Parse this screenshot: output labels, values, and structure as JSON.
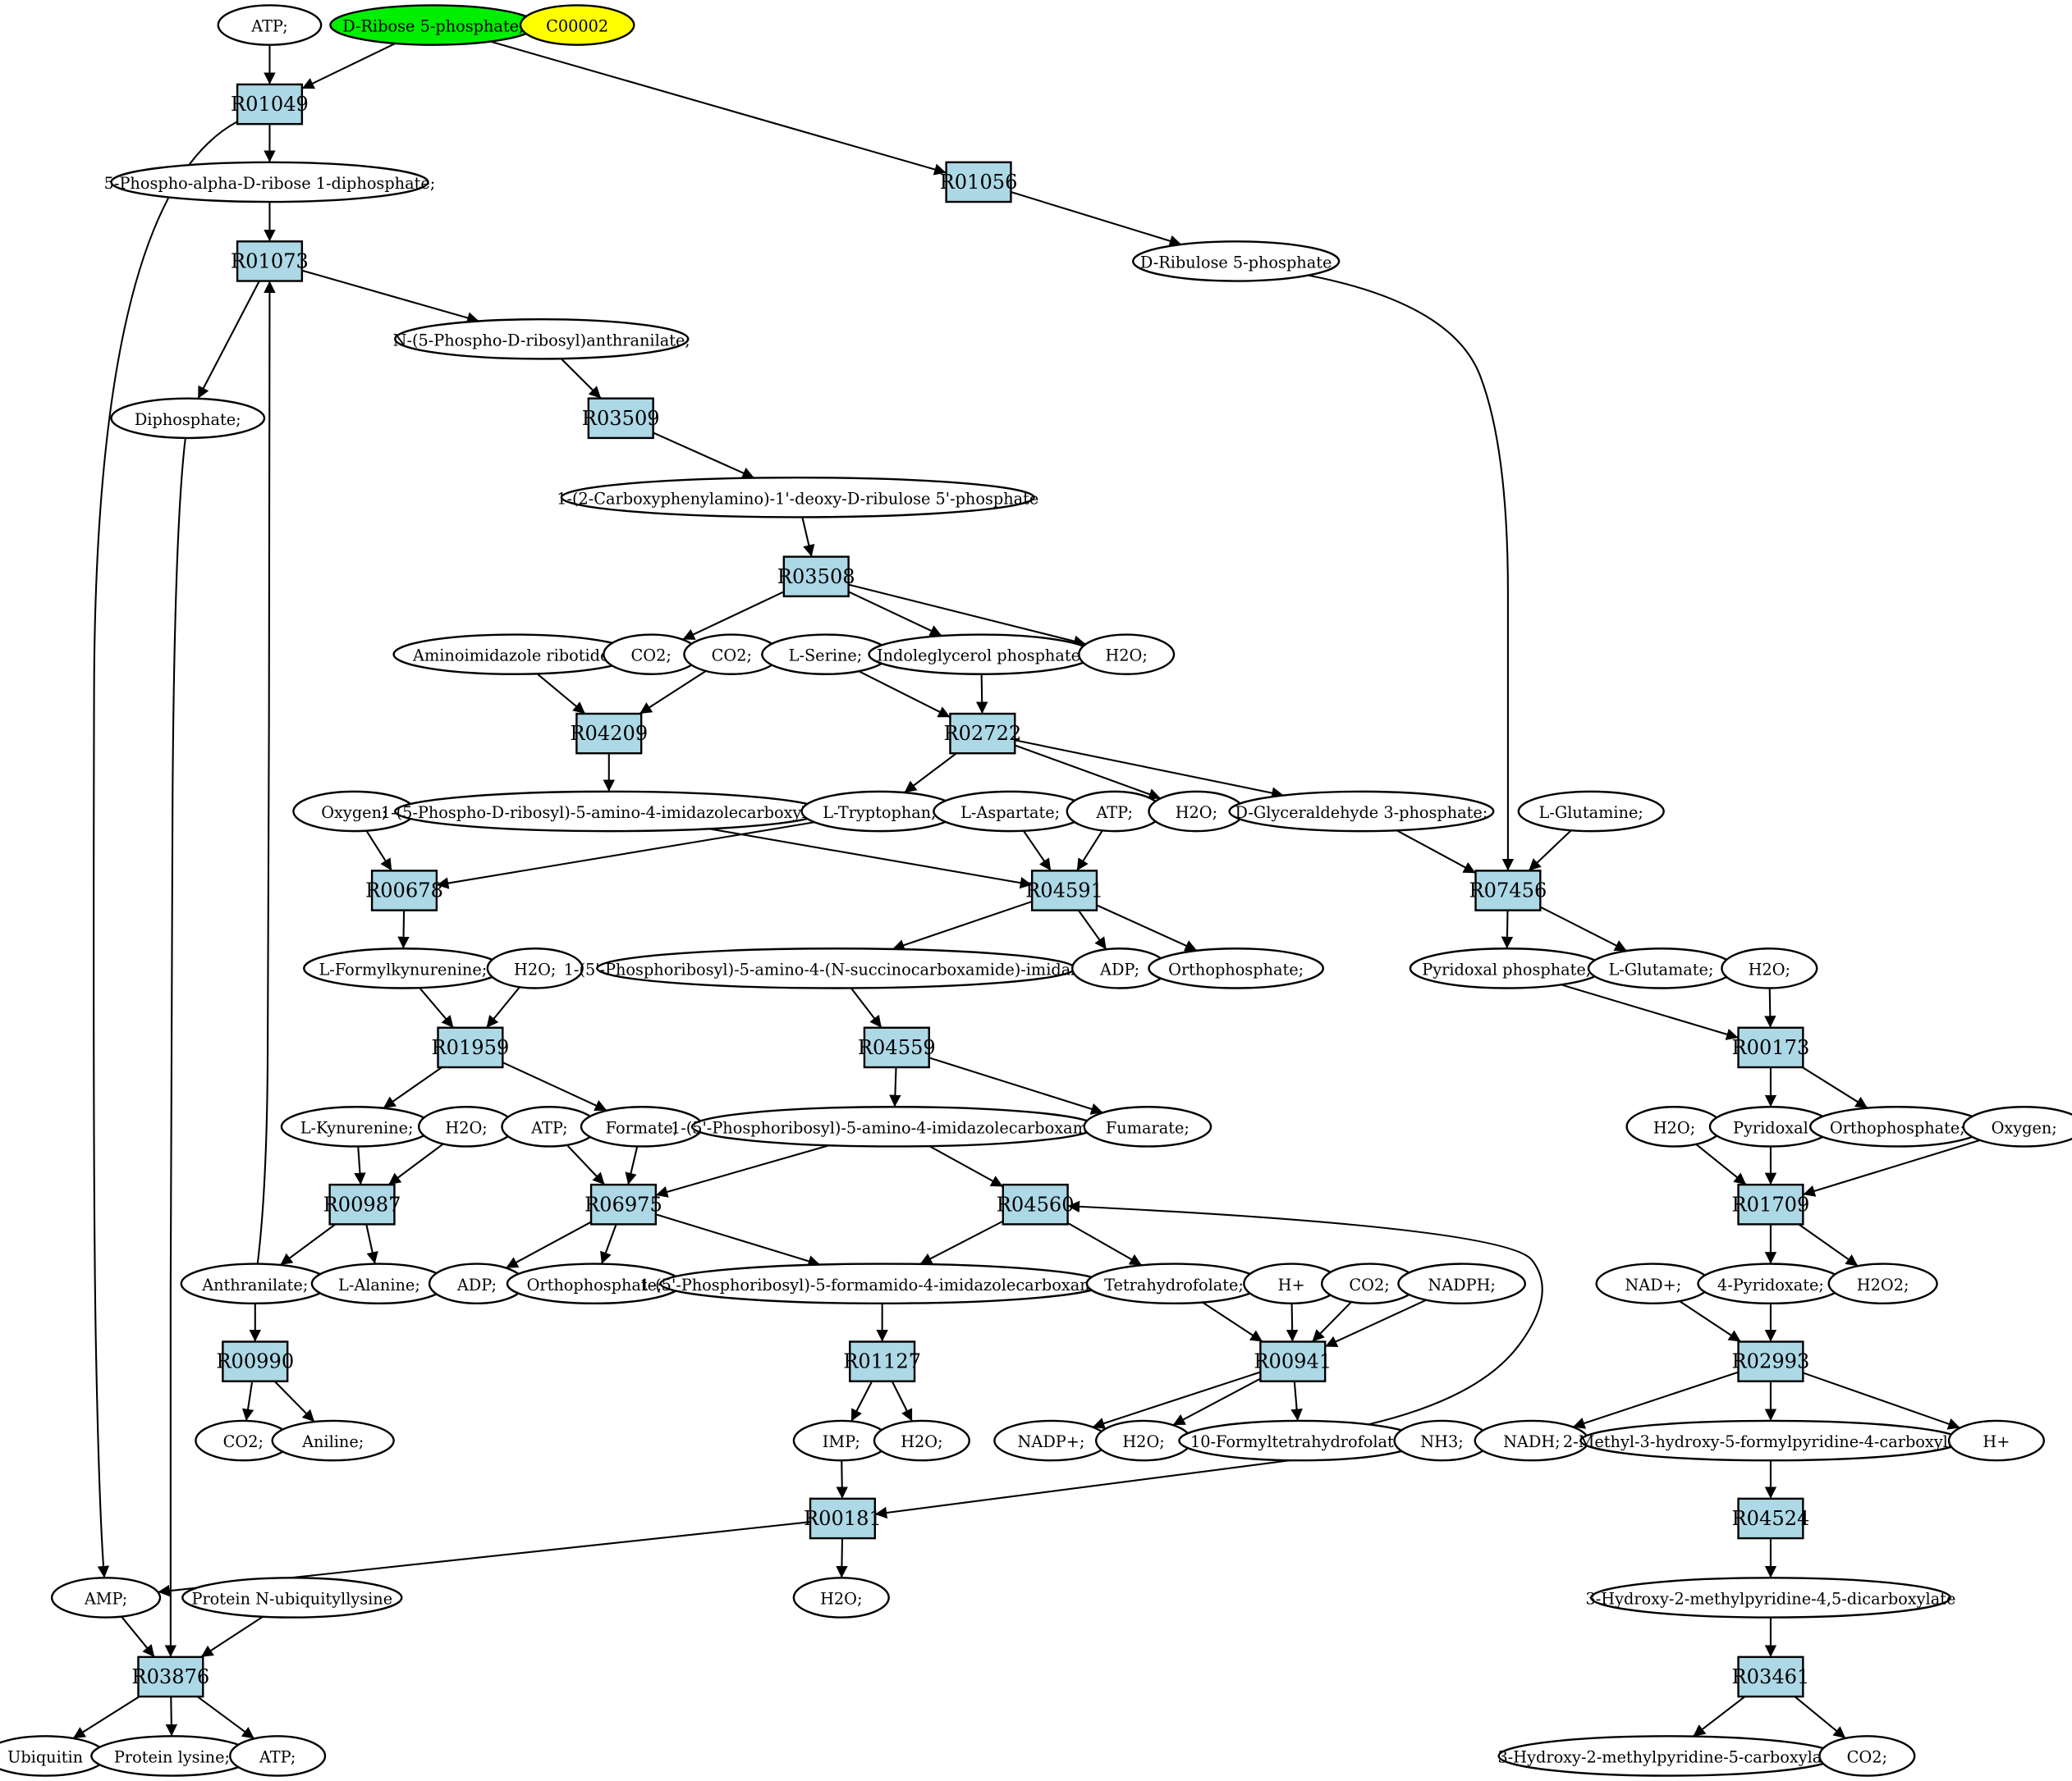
{
  "colors": {
    "reaction_fill": "#add8e6",
    "highlight_green": "#00ee00",
    "highlight_yellow": "#ffff00"
  },
  "compounds": [
    {
      "id": "c_atp_top",
      "label": "ATP;"
    },
    {
      "id": "c_r5p",
      "label": "D-Ribose 5-phosphate;",
      "color": "#00ee00"
    },
    {
      "id": "c_c00002",
      "label": "C00002",
      "color": "#ffff00"
    },
    {
      "id": "c_prpp",
      "label": "5-Phospho-alpha-D-ribose 1-diphosphate;"
    },
    {
      "id": "c_ru5p",
      "label": "D-Ribulose 5-phosphate"
    },
    {
      "id": "c_npra",
      "label": "N-(5-Phospho-D-ribosyl)anthranilate;"
    },
    {
      "id": "c_diphos",
      "label": "Diphosphate;"
    },
    {
      "id": "c_cdrp",
      "label": "1-(2-Carboxyphenylamino)-1'-deoxy-D-ribulose 5'-phosphate"
    },
    {
      "id": "c_air",
      "label": "Aminoimidazole ribotide;"
    },
    {
      "id": "c_co2_a",
      "label": "CO2;"
    },
    {
      "id": "c_co2_b",
      "label": "CO2;"
    },
    {
      "id": "c_lser",
      "label": "L-Serine;"
    },
    {
      "id": "c_igp",
      "label": "Indoleglycerol phosphate;"
    },
    {
      "id": "c_h2o_a",
      "label": "H2O;"
    },
    {
      "id": "c_oxygen_l",
      "label": "Oxygen;"
    },
    {
      "id": "c_cair",
      "label": "1-(5-Phospho-D-ribosyl)-5-amino-4-imidazolecarboxylate;"
    },
    {
      "id": "c_trp",
      "label": "L-Tryptophan;"
    },
    {
      "id": "c_asp",
      "label": "L-Aspartate;"
    },
    {
      "id": "c_atp_m",
      "label": "ATP;"
    },
    {
      "id": "c_h2o_b",
      "label": "H2O;"
    },
    {
      "id": "c_g3p",
      "label": "D-Glyceraldehyde 3-phosphate;"
    },
    {
      "id": "c_gln",
      "label": "L-Glutamine;"
    },
    {
      "id": "c_fkyn",
      "label": "L-Formylkynurenine;"
    },
    {
      "id": "c_h2o_c",
      "label": "H2O;"
    },
    {
      "id": "c_saicar",
      "label": "1-(5'-Phosphoribosyl)-5-amino-4-(N-succinocarboxamide)-imidazole;"
    },
    {
      "id": "c_adp_a",
      "label": "ADP;"
    },
    {
      "id": "c_pi_a",
      "label": "Orthophosphate;"
    },
    {
      "id": "c_plp",
      "label": "Pyridoxal phosphate;"
    },
    {
      "id": "c_glu",
      "label": "L-Glutamate;"
    },
    {
      "id": "c_h2o_d",
      "label": "H2O;"
    },
    {
      "id": "c_kyn",
      "label": "L-Kynurenine;"
    },
    {
      "id": "c_h2o_e",
      "label": "H2O;"
    },
    {
      "id": "c_atp_l",
      "label": "ATP;"
    },
    {
      "id": "c_formate",
      "label": "Formate;"
    },
    {
      "id": "c_aicar",
      "label": "1-(5'-Phosphoribosyl)-5-amino-4-imidazolecarboxamide;"
    },
    {
      "id": "c_fumarate",
      "label": "Fumarate;"
    },
    {
      "id": "c_h2o_f",
      "label": "H2O;"
    },
    {
      "id": "c_pyridoxal",
      "label": "Pyridoxal"
    },
    {
      "id": "c_pi_b",
      "label": "Orthophosphate;"
    },
    {
      "id": "c_oxygen_r",
      "label": "Oxygen;"
    },
    {
      "id": "c_anth",
      "label": "Anthranilate;"
    },
    {
      "id": "c_ala",
      "label": "L-Alanine;"
    },
    {
      "id": "c_adp_b",
      "label": "ADP;"
    },
    {
      "id": "c_pi_c",
      "label": "Orthophosphate;"
    },
    {
      "id": "c_faicar",
      "label": "1-(5'-Phosphoribosyl)-5-formamido-4-imidazolecarboxamide;"
    },
    {
      "id": "c_thf",
      "label": "Tetrahydrofolate;"
    },
    {
      "id": "c_hplus_a",
      "label": "H+"
    },
    {
      "id": "c_co2_c",
      "label": "CO2;"
    },
    {
      "id": "c_nadph",
      "label": "NADPH;"
    },
    {
      "id": "c_nadplus",
      "label": "NAD+;"
    },
    {
      "id": "c_4pyr",
      "label": "4-Pyridoxate;"
    },
    {
      "id": "c_h2o2",
      "label": "H2O2;"
    },
    {
      "id": "c_co2_d",
      "label": "CO2;"
    },
    {
      "id": "c_aniline",
      "label": "Aniline;"
    },
    {
      "id": "c_imp",
      "label": "IMP;"
    },
    {
      "id": "c_h2o_g",
      "label": "H2O;"
    },
    {
      "id": "c_nadpplus",
      "label": "NADP+;"
    },
    {
      "id": "c_h2o_h",
      "label": "H2O;"
    },
    {
      "id": "c_10fthf",
      "label": "10-Formyltetrahydrofolate;"
    },
    {
      "id": "c_nh3",
      "label": "NH3;"
    },
    {
      "id": "c_nadh",
      "label": "NADH;"
    },
    {
      "id": "c_mhfpc",
      "label": "2-Methyl-3-hydroxy-5-formylpyridine-4-carboxylate;"
    },
    {
      "id": "c_hplus_b",
      "label": "H+"
    },
    {
      "id": "c_h2o_i",
      "label": "H2O;"
    },
    {
      "id": "c_amp",
      "label": "AMP;"
    },
    {
      "id": "c_protub",
      "label": "Protein N-ubiquityllysine"
    },
    {
      "id": "c_hmpdc",
      "label": "3-Hydroxy-2-methylpyridine-4,5-dicarboxylate"
    },
    {
      "id": "c_ubiq",
      "label": "Ubiquitin"
    },
    {
      "id": "c_protlys",
      "label": "Protein lysine;"
    },
    {
      "id": "c_atp_b",
      "label": "ATP;"
    },
    {
      "id": "c_hmpc",
      "label": "3-Hydroxy-2-methylpyridine-5-carboxylate"
    },
    {
      "id": "c_co2_e",
      "label": "CO2;"
    }
  ],
  "reactions": [
    {
      "id": "R01049",
      "label": "R01049"
    },
    {
      "id": "R01056",
      "label": "R01056"
    },
    {
      "id": "R01073",
      "label": "R01073"
    },
    {
      "id": "R03509",
      "label": "R03509"
    },
    {
      "id": "R03508",
      "label": "R03508"
    },
    {
      "id": "R04209",
      "label": "R04209"
    },
    {
      "id": "R02722",
      "label": "R02722"
    },
    {
      "id": "R00678",
      "label": "R00678"
    },
    {
      "id": "R04591",
      "label": "R04591"
    },
    {
      "id": "R07456",
      "label": "R07456"
    },
    {
      "id": "R01959",
      "label": "R01959"
    },
    {
      "id": "R04559",
      "label": "R04559"
    },
    {
      "id": "R00173",
      "label": "R00173"
    },
    {
      "id": "R00987",
      "label": "R00987"
    },
    {
      "id": "R06975",
      "label": "R06975"
    },
    {
      "id": "R04560",
      "label": "R04560"
    },
    {
      "id": "R01709",
      "label": "R01709"
    },
    {
      "id": "R00990",
      "label": "R00990"
    },
    {
      "id": "R01127",
      "label": "R01127"
    },
    {
      "id": "R00941",
      "label": "R00941"
    },
    {
      "id": "R02993",
      "label": "R02993"
    },
    {
      "id": "R00181",
      "label": "R00181"
    },
    {
      "id": "R04524",
      "label": "R04524"
    },
    {
      "id": "R03876",
      "label": "R03876"
    },
    {
      "id": "R03461",
      "label": "R03461"
    }
  ],
  "edges": [
    [
      "c_atp_top",
      "R01049"
    ],
    [
      "c_r5p",
      "R01049"
    ],
    [
      "c_r5p",
      "R01056"
    ],
    [
      "R01049",
      "c_prpp"
    ],
    [
      "R01049",
      "c_amp"
    ],
    [
      "c_prpp",
      "R01073"
    ],
    [
      "R01056",
      "c_ru5p"
    ],
    [
      "c_ru5p",
      "R07456"
    ],
    [
      "R01073",
      "c_npra"
    ],
    [
      "R01073",
      "c_diphos"
    ],
    [
      "c_anth",
      "R01073"
    ],
    [
      "c_npra",
      "R03509"
    ],
    [
      "R03509",
      "c_cdrp"
    ],
    [
      "c_cdrp",
      "R03508"
    ],
    [
      "R03508",
      "c_co2_a"
    ],
    [
      "R03508",
      "c_igp"
    ],
    [
      "R03508",
      "c_h2o_a"
    ],
    [
      "c_air",
      "R04209"
    ],
    [
      "c_co2_b",
      "R04209"
    ],
    [
      "R04209",
      "c_cair"
    ],
    [
      "c_lser",
      "R02722"
    ],
    [
      "c_igp",
      "R02722"
    ],
    [
      "R02722",
      "c_trp"
    ],
    [
      "R02722",
      "c_h2o_b"
    ],
    [
      "R02722",
      "c_g3p"
    ],
    [
      "c_oxygen_l",
      "R00678"
    ],
    [
      "c_trp",
      "R00678"
    ],
    [
      "R00678",
      "c_fkyn"
    ],
    [
      "c_cair",
      "R04591"
    ],
    [
      "c_asp",
      "R04591"
    ],
    [
      "c_atp_m",
      "R04591"
    ],
    [
      "R04591",
      "c_saicar"
    ],
    [
      "R04591",
      "c_adp_a"
    ],
    [
      "R04591",
      "c_pi_a"
    ],
    [
      "c_g3p",
      "R07456"
    ],
    [
      "c_gln",
      "R07456"
    ],
    [
      "R07456",
      "c_plp"
    ],
    [
      "R07456",
      "c_glu"
    ],
    [
      "c_fkyn",
      "R01959"
    ],
    [
      "c_h2o_c",
      "R01959"
    ],
    [
      "R01959",
      "c_kyn"
    ],
    [
      "R01959",
      "c_formate"
    ],
    [
      "c_saicar",
      "R04559"
    ],
    [
      "R04559",
      "c_aicar"
    ],
    [
      "R04559",
      "c_fumarate"
    ],
    [
      "c_plp",
      "R00173"
    ],
    [
      "c_h2o_d",
      "R00173"
    ],
    [
      "R00173",
      "c_pyridoxal"
    ],
    [
      "R00173",
      "c_pi_b"
    ],
    [
      "c_kyn",
      "R00987"
    ],
    [
      "c_h2o_e",
      "R00987"
    ],
    [
      "R00987",
      "c_anth"
    ],
    [
      "R00987",
      "c_ala"
    ],
    [
      "c_atp_l",
      "R06975"
    ],
    [
      "c_formate",
      "R06975"
    ],
    [
      "c_aicar",
      "R06975"
    ],
    [
      "R06975",
      "c_adp_b"
    ],
    [
      "R06975",
      "c_pi_c"
    ],
    [
      "R06975",
      "c_faicar"
    ],
    [
      "c_aicar",
      "R04560"
    ],
    [
      "c_10fthf",
      "R04560"
    ],
    [
      "R04560",
      "c_faicar"
    ],
    [
      "R04560",
      "c_thf"
    ],
    [
      "c_h2o_f",
      "R01709"
    ],
    [
      "c_pyridoxal",
      "R01709"
    ],
    [
      "c_oxygen_r",
      "R01709"
    ],
    [
      "R01709",
      "c_4pyr"
    ],
    [
      "R01709",
      "c_h2o2"
    ],
    [
      "c_anth",
      "R00990"
    ],
    [
      "R00990",
      "c_co2_d"
    ],
    [
      "R00990",
      "c_aniline"
    ],
    [
      "c_faicar",
      "R01127"
    ],
    [
      "R01127",
      "c_imp"
    ],
    [
      "R01127",
      "c_h2o_g"
    ],
    [
      "c_thf",
      "R00941"
    ],
    [
      "c_hplus_a",
      "R00941"
    ],
    [
      "c_co2_c",
      "R00941"
    ],
    [
      "c_nadph",
      "R00941"
    ],
    [
      "R00941",
      "c_nadpplus"
    ],
    [
      "R00941",
      "c_h2o_h"
    ],
    [
      "R00941",
      "c_10fthf"
    ],
    [
      "c_nadplus",
      "R02993"
    ],
    [
      "c_4pyr",
      "R02993"
    ],
    [
      "R02993",
      "c_nadh"
    ],
    [
      "R02993",
      "c_mhfpc"
    ],
    [
      "R02993",
      "c_hplus_b"
    ],
    [
      "c_imp",
      "R00181"
    ],
    [
      "c_nh3",
      "R00181"
    ],
    [
      "R00181",
      "c_amp"
    ],
    [
      "R00181",
      "c_h2o_i"
    ],
    [
      "c_mhfpc",
      "R04524"
    ],
    [
      "R04524",
      "c_hmpdc"
    ],
    [
      "c_amp",
      "R03876"
    ],
    [
      "c_protub",
      "R03876"
    ],
    [
      "c_diphos",
      "R03876"
    ],
    [
      "R03876",
      "c_ubiq"
    ],
    [
      "R03876",
      "c_protlys"
    ],
    [
      "R03876",
      "c_atp_b"
    ],
    [
      "c_hmpdc",
      "R03461"
    ],
    [
      "R03461",
      "c_hmpc"
    ],
    [
      "R03461",
      "c_co2_e"
    ]
  ]
}
